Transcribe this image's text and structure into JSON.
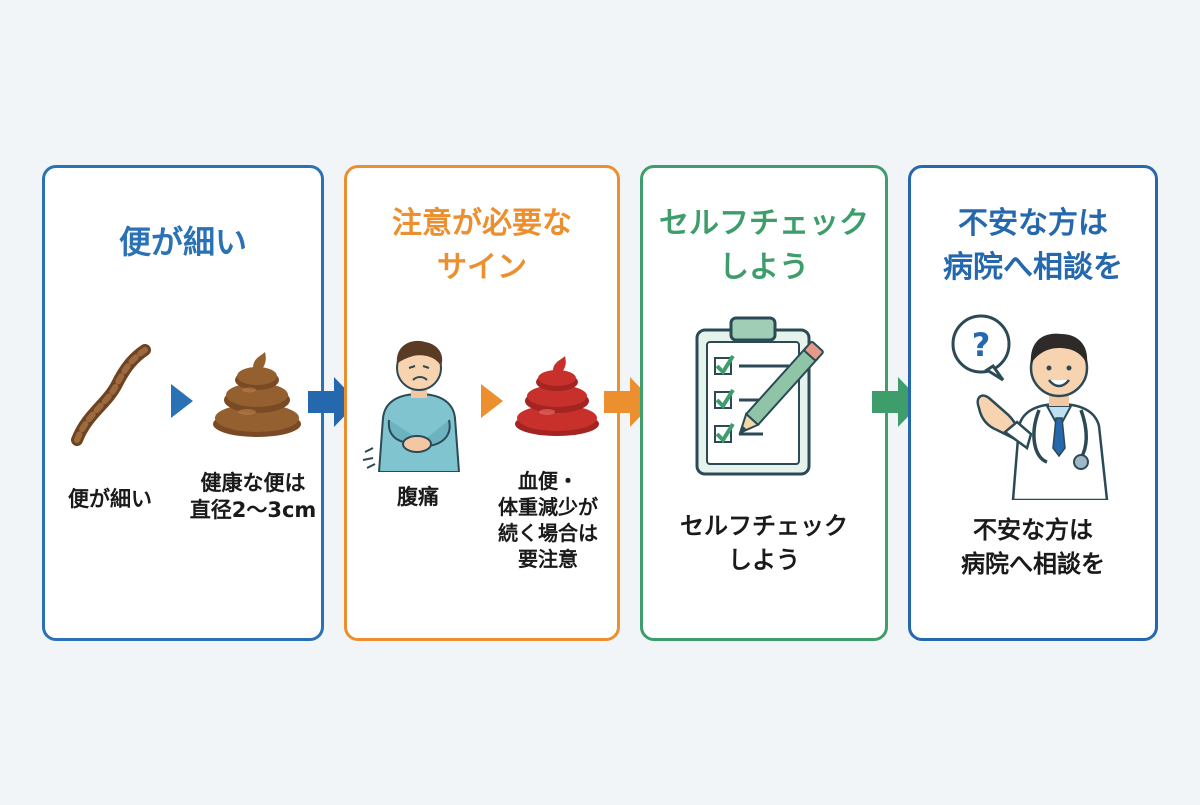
{
  "colors": {
    "blue": "#2a72b5",
    "orange": "#ec8f2e",
    "green": "#3d9e6b",
    "navy": "#2568ad",
    "stool_brown": "#8a5a32",
    "blood_red": "#c8302c"
  },
  "steps": [
    {
      "title": "便が細い",
      "captions": [
        "便が細い",
        "健康な便は\n直径2〜3cm"
      ],
      "icons": [
        "thin-stool-icon",
        "normal-stool-icon"
      ]
    },
    {
      "title": "注意が必要な\nサイン",
      "captions": [
        "腹痛",
        "血便・\n体重減少が\n続く場合は\n要注意"
      ],
      "icons": [
        "abdominal-pain-person-icon",
        "bloody-stool-icon"
      ]
    },
    {
      "title": "セルフチェック\nしよう",
      "captions": [
        "セルフチェック\nしよう"
      ],
      "icons": [
        "checklist-clipboard-icon"
      ]
    },
    {
      "title": "不安な方は\n病院へ相談を",
      "captions": [
        "不安な方は\n病院へ相談を"
      ],
      "icons": [
        "doctor-icon"
      ]
    }
  ]
}
